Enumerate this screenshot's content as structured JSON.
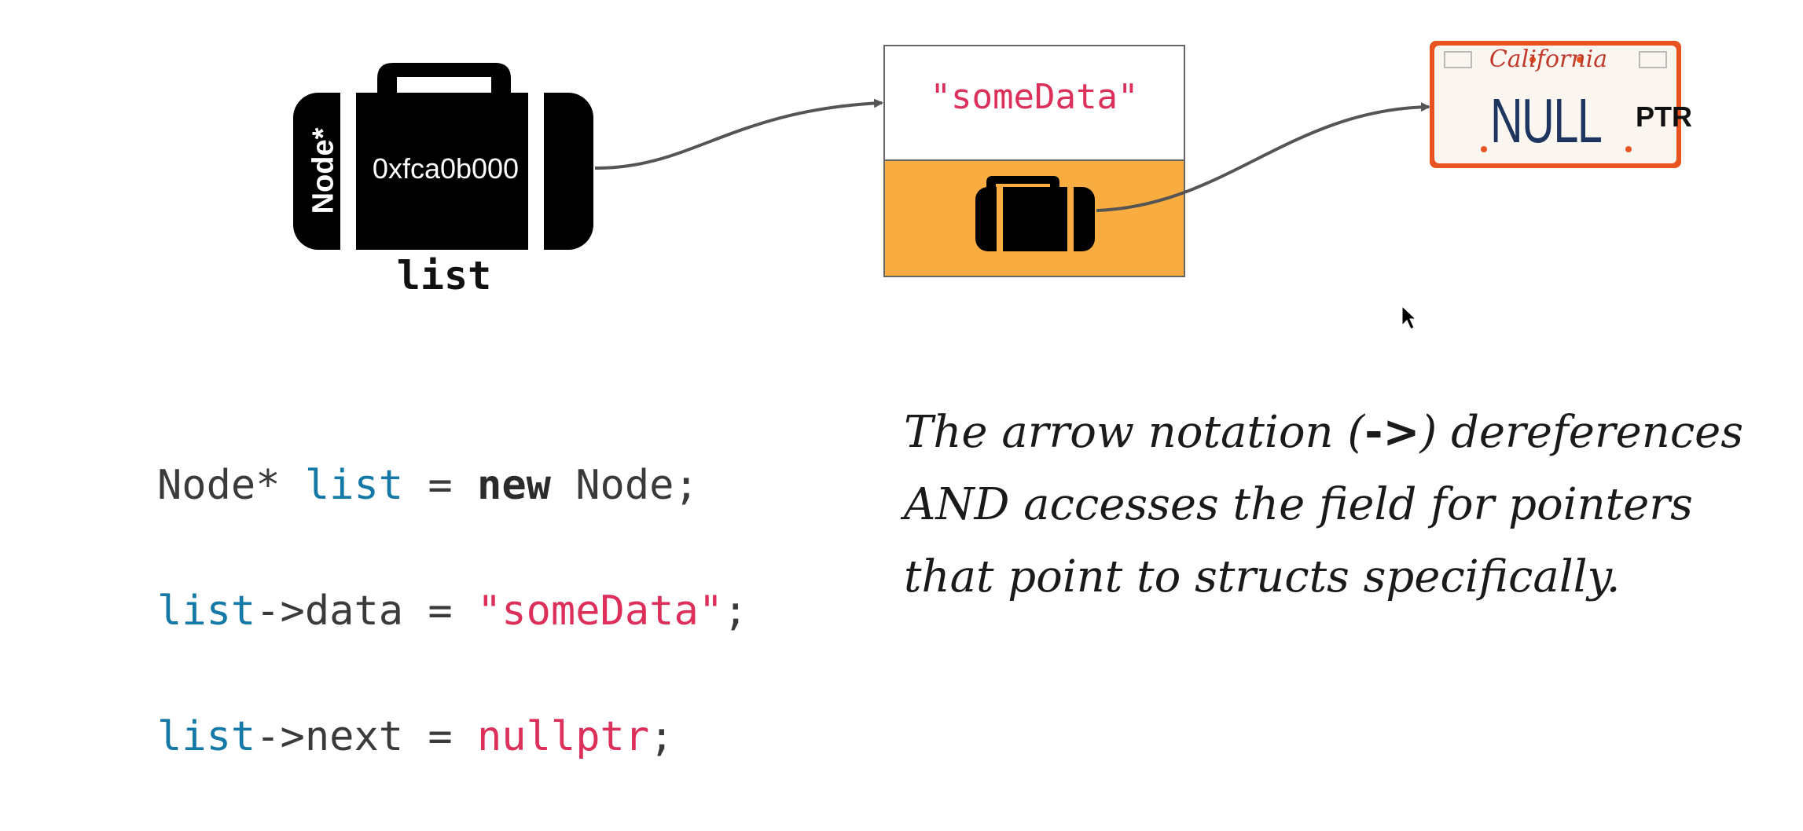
{
  "pointer": {
    "type_label": "Node*",
    "address": "0xfca0b000",
    "variable_name": "list"
  },
  "node": {
    "data_value": "\"someData\""
  },
  "null_plate": {
    "state": "California",
    "text_main": "NULL",
    "text_small": "PTR"
  },
  "code": {
    "line1": {
      "type": "Node*",
      "var": "list",
      "op": " = ",
      "kw": "new",
      "rest": " Node;"
    },
    "line2": {
      "var": "list",
      "rest": "->data = ",
      "str": "\"someData\"",
      "end": ";"
    },
    "line3": {
      "var": "list",
      "rest": "->next = ",
      "str": "nullptr",
      "end": ";"
    }
  },
  "note": {
    "part1": "The arrow notation (",
    "arrow": "->",
    "part2": ") dereferences AND accesses the field for pointers that point to structs specifically."
  },
  "colors": {
    "node_next_fill": "#f9ac3f",
    "string_color": "#dc2f5a",
    "variable_color": "#1479a6",
    "plate_border": "#e8531f"
  }
}
